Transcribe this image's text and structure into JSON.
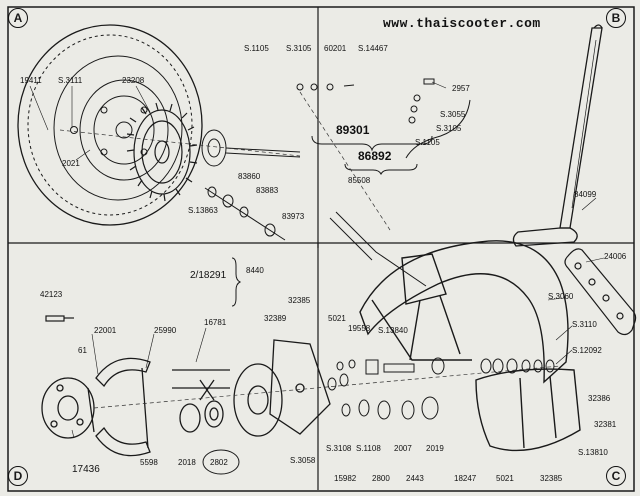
{
  "watermark": "www.thaiscooter.com",
  "sections": [
    "A",
    "B",
    "C",
    "D"
  ],
  "parts": {
    "p19411": "19411",
    "pS3111": "S.3111",
    "p23208": "23208",
    "p2021": "2021",
    "pS1105a": "S.1105",
    "pS3105a": "S.3105",
    "p60201": "60201",
    "pS14467": "S.14467",
    "p2957": "2957",
    "pS3055": "S.3055",
    "pS3105b": "S.3105",
    "pS1105b": "S.1105",
    "p89301": "89301",
    "p86892": "86892",
    "p85508": "85508",
    "p84099": "84099",
    "p83860": "83860",
    "p83883": "83883",
    "pS13863": "S.13863",
    "p83973": "83973",
    "p218291": "2/18291",
    "p8440": "8440",
    "p24006": "24006",
    "pS3060": "S.3060",
    "pS3110": "S.3110",
    "pS12092": "S.12092",
    "p32385a": "32385",
    "p32389": "32389",
    "p5021a": "5021",
    "p19558": "19558",
    "pS13840": "S.13840",
    "p42123": "42123",
    "p22001": "22001",
    "p25990": "25990",
    "p16781": "16781",
    "p61": "61",
    "p32386": "32386",
    "p32381": "32381",
    "pS13810": "S.13810",
    "p17436": "17436",
    "p5598": "5598",
    "p2018": "2018",
    "p2802": "2802",
    "pS3058": "S.3058",
    "pS3108": "S.3108",
    "pS1108": "S.1108",
    "p15982": "15982",
    "p2800": "2800",
    "p2007": "2007",
    "p2443": "2443",
    "p2019": "2019",
    "p18247": "18247",
    "p5021b": "5021",
    "p32385b": "32385"
  }
}
